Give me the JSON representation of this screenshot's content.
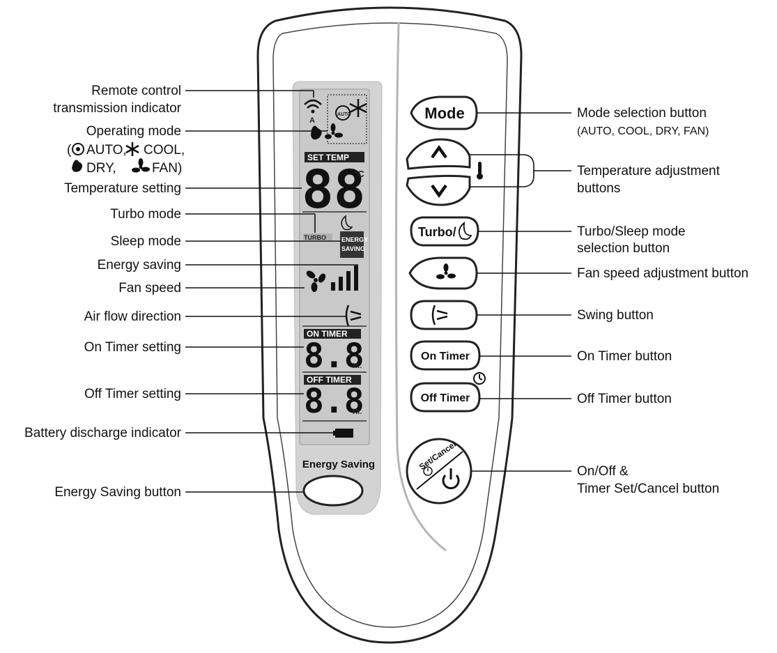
{
  "remote": {
    "lcd": {
      "set_temp": "SET TEMP",
      "temp_digits": "88",
      "celsius": "°C",
      "turbo": "TURBO",
      "energy_line1": "ENERGY",
      "energy_line2": "SAVING",
      "on_timer": "ON TIMER",
      "off_timer": "OFF TIMER",
      "timer_digits": "8.8",
      "hr": "Hr.",
      "auto_small": "AUTO"
    },
    "energy_saving_caption": "Energy Saving",
    "buttons": {
      "mode": "Mode",
      "turbo": "Turbo/",
      "on_timer": "On Timer",
      "off_timer": "Off Timer",
      "set_cancel": "Set/Cancel"
    }
  },
  "left_labels": {
    "transmission_1": "Remote control",
    "transmission_2": "transmission indicator",
    "operating_mode": "Operating mode",
    "modes_auto": "AUTO,",
    "modes_cool": "COOL,",
    "modes_dry": "DRY,",
    "modes_fan": "FAN)",
    "modes_open": "(",
    "temperature_setting": "Temperature setting",
    "turbo_mode": "Turbo mode",
    "sleep_mode": "Sleep mode",
    "energy_saving": "Energy saving",
    "fan_speed": "Fan speed",
    "air_flow": "Air flow direction",
    "on_timer_setting": "On Timer setting",
    "off_timer_setting": "Off Timer setting",
    "battery": "Battery discharge indicator",
    "energy_saving_button": "Energy Saving button"
  },
  "right_labels": {
    "mode_selection": "Mode selection button",
    "mode_list": "(AUTO, COOL, DRY, FAN)",
    "temp_adjust_1": "Temperature adjustment",
    "temp_adjust_2": "buttons",
    "turbo_sleep_1": "Turbo/Sleep mode",
    "turbo_sleep_2": "selection button",
    "fan_speed_button": "Fan speed adjustment button",
    "swing_button": "Swing button",
    "on_timer_button": "On Timer button",
    "off_timer_button": "Off Timer button",
    "onoff_1": "On/Off &",
    "onoff_2": "Timer Set/Cancel button"
  },
  "colors": {
    "lcd_bg": "#c9c9c9",
    "body_fill": "#ffffff",
    "outline": "#222222"
  }
}
